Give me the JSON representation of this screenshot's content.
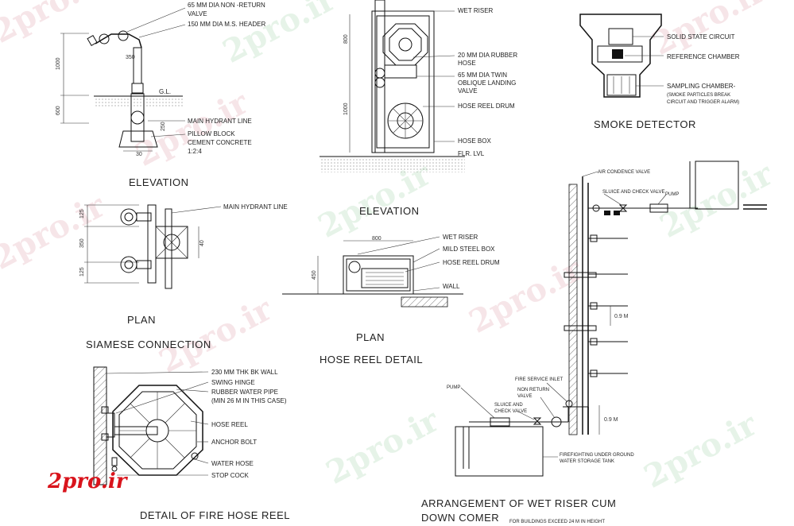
{
  "watermark": "2pro.ir",
  "brand_logo": "2pro.ir",
  "siamese_elevation": {
    "callouts": [
      "65 MM DIA NON -RETURN",
      "VALVE",
      "150 MM DIA M.S. HEADER",
      "MAIN HYDRANT LINE",
      "PILLOW BLOCK",
      "CEMENT CONCRETE",
      "1:2:4"
    ],
    "gl": "G.L.",
    "dims": [
      "1000",
      "600",
      "350",
      "250",
      "30"
    ],
    "title": "ELEVATION"
  },
  "siamese_plan": {
    "callout": "MAIN HYDRANT LINE",
    "dims": [
      "125",
      "350",
      "125",
      "40"
    ],
    "title": "PLAN",
    "group_title": "SIAMESE CONNECTION"
  },
  "hose_elevation": {
    "callouts": [
      "WET RISER",
      "20 MM DIA RUBBER",
      "HOSE",
      "65 MM DIA TWIN",
      "OBLIQUE LANDING",
      "VALVE",
      "HOSE REEL DRUM",
      "HOSE BOX",
      "FLR. LVL"
    ],
    "dims": [
      "800",
      "1000"
    ],
    "title": "ELEVATION"
  },
  "hose_plan": {
    "callouts": [
      "WET RISER",
      "MILD STEEL BOX",
      "HOSE REEL DRUM",
      "WALL"
    ],
    "dims": [
      "800",
      "450"
    ],
    "title": "PLAN",
    "group_title": "HOSE  REEL  DETAIL"
  },
  "smoke_detector": {
    "callouts": [
      "SOLID STATE CIRCUIT",
      "REFERENCE CHAMBER",
      "SAMPLING CHAMBER-"
    ],
    "note": [
      "(SMOKE PARTICLES BREAK",
      "CIRCUIT AND TRIGGER ALARM)"
    ],
    "title": "SMOKE DETECTOR"
  },
  "fire_hose_reel": {
    "callouts": [
      "230 MM THK BK WALL",
      "SWING HINGE",
      "RUBBER WATER PIPE",
      "(MIN 26 M IN THIS CASE)",
      "HOSE REEL",
      "ANCHOR BOLT",
      "WATER HOSE",
      "STOP COCK"
    ],
    "title": "DETAIL OF FIRE HOSE REEL"
  },
  "wet_riser": {
    "callouts_top": [
      "AIR CONDENCE VALVE",
      "SLUICE AND CHECK VALVE",
      "PUMP"
    ],
    "callouts_bottom": [
      "PUMP",
      "SLUICE AND",
      "CHECK VALVE",
      "NON RETURN",
      "VALVE",
      "FIRE SERVICE INLET",
      "FIREFIGHTING UNDER GROUND",
      "WATER STORAGE TANK"
    ],
    "dims": [
      "0.9  M",
      "0.9  M"
    ],
    "title_line1": "ARRANGEMENT OF WET RISER CUM",
    "title_line2": "DOWN COMER",
    "note": "FOR BUILDINGS EXCEED 24 M IN HEIGHT"
  }
}
